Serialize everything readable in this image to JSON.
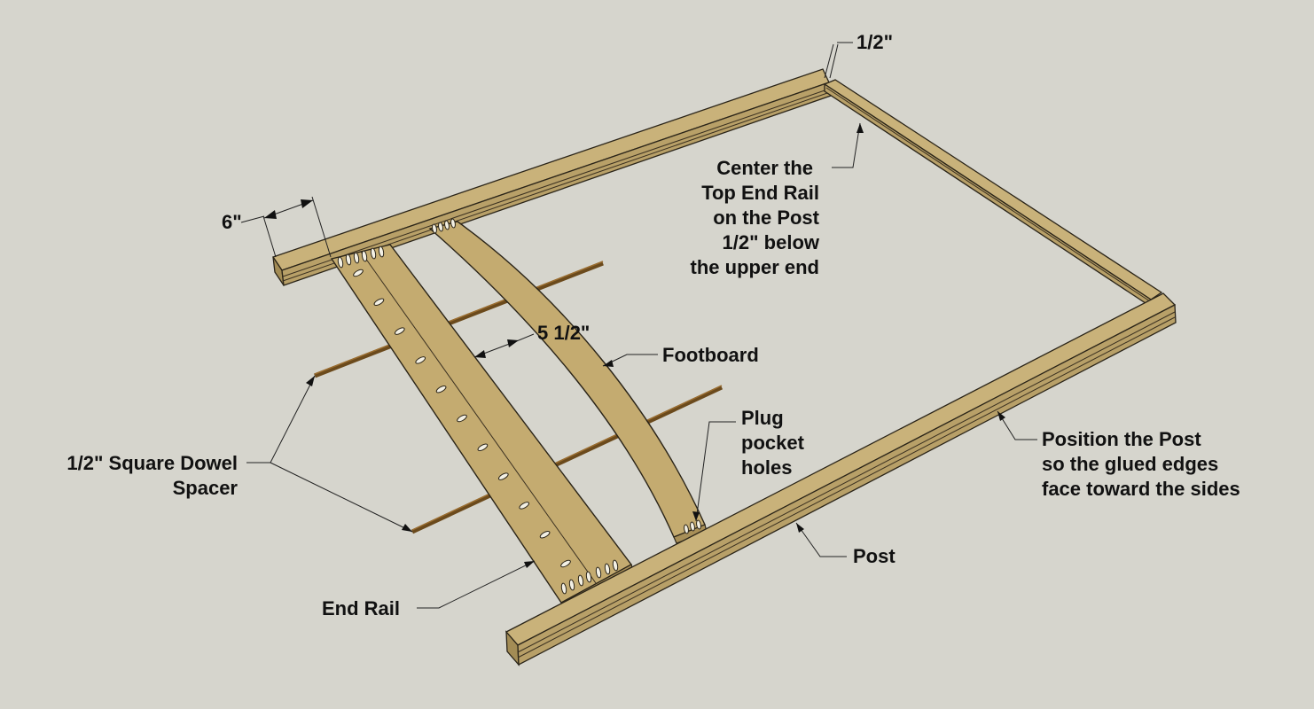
{
  "labels": {
    "half_inch_top": "1/2\"",
    "six_inch": "6\"",
    "center_line1": "Center the",
    "center_line2": "Top End Rail",
    "center_line3": "on the Post",
    "center_line4": "1/2\" below",
    "center_line5": "the upper end",
    "five_half": "5 1/2\"",
    "footboard": "Footboard",
    "plug_line1": "Plug",
    "plug_line2": "pocket",
    "plug_line3": "holes",
    "dowel_line1": "1/2\" Square Dowel",
    "dowel_line2": "Spacer",
    "position_line1": "Position the Post",
    "position_line2": "so the glued edges",
    "position_line3": "face toward the sides",
    "post": "Post",
    "end_rail": "End Rail"
  },
  "colors": {
    "background": "#d6d5cd",
    "wood": "#c9b27a",
    "dowel": "#6b4a1c"
  }
}
